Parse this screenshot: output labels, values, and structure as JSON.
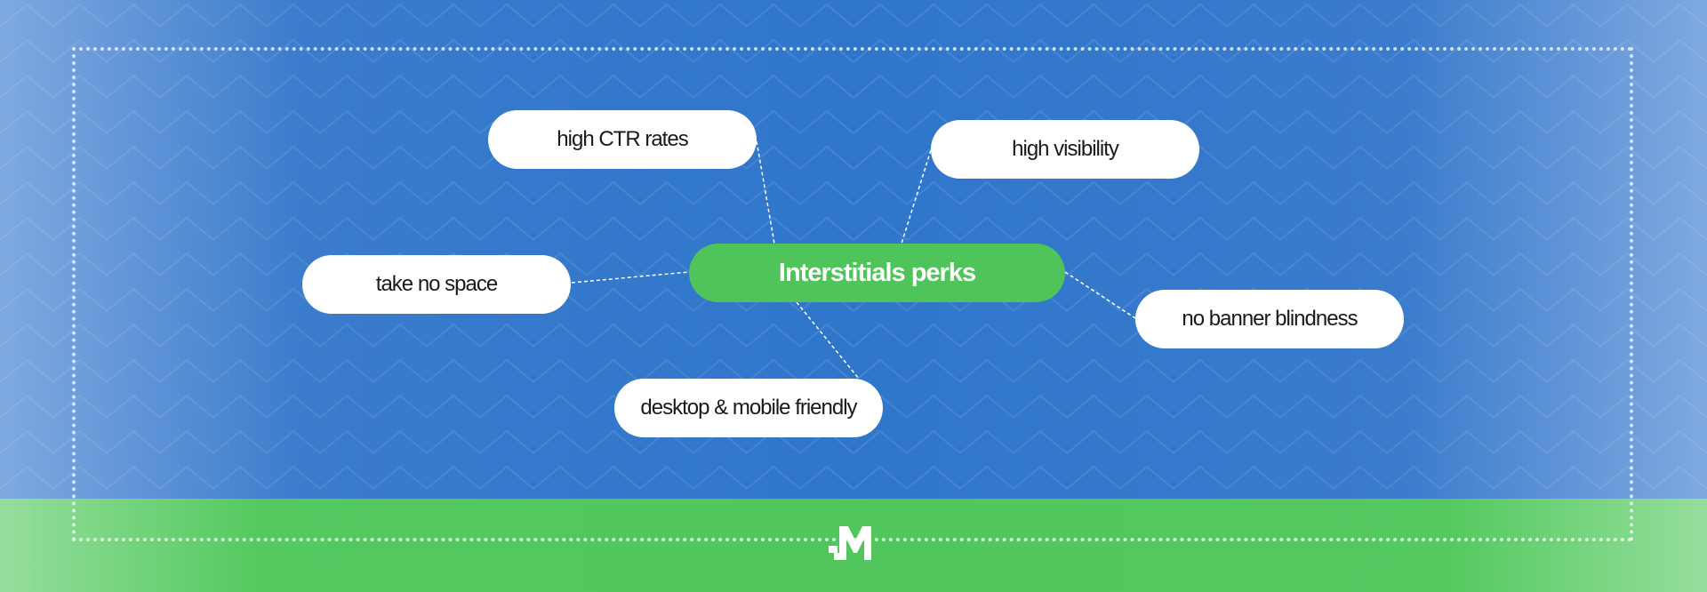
{
  "center": {
    "label": "Interstitials perks"
  },
  "perks": [
    {
      "label": "high CTR rates"
    },
    {
      "label": "high visibility"
    },
    {
      "label": "take no space"
    },
    {
      "label": "no banner blindness"
    },
    {
      "label": "desktop & mobile friendly"
    }
  ],
  "logo": {
    "text": "M"
  },
  "colors": {
    "blue": "#2f76cb",
    "green": "#50c65c",
    "white": "#ffffff"
  }
}
